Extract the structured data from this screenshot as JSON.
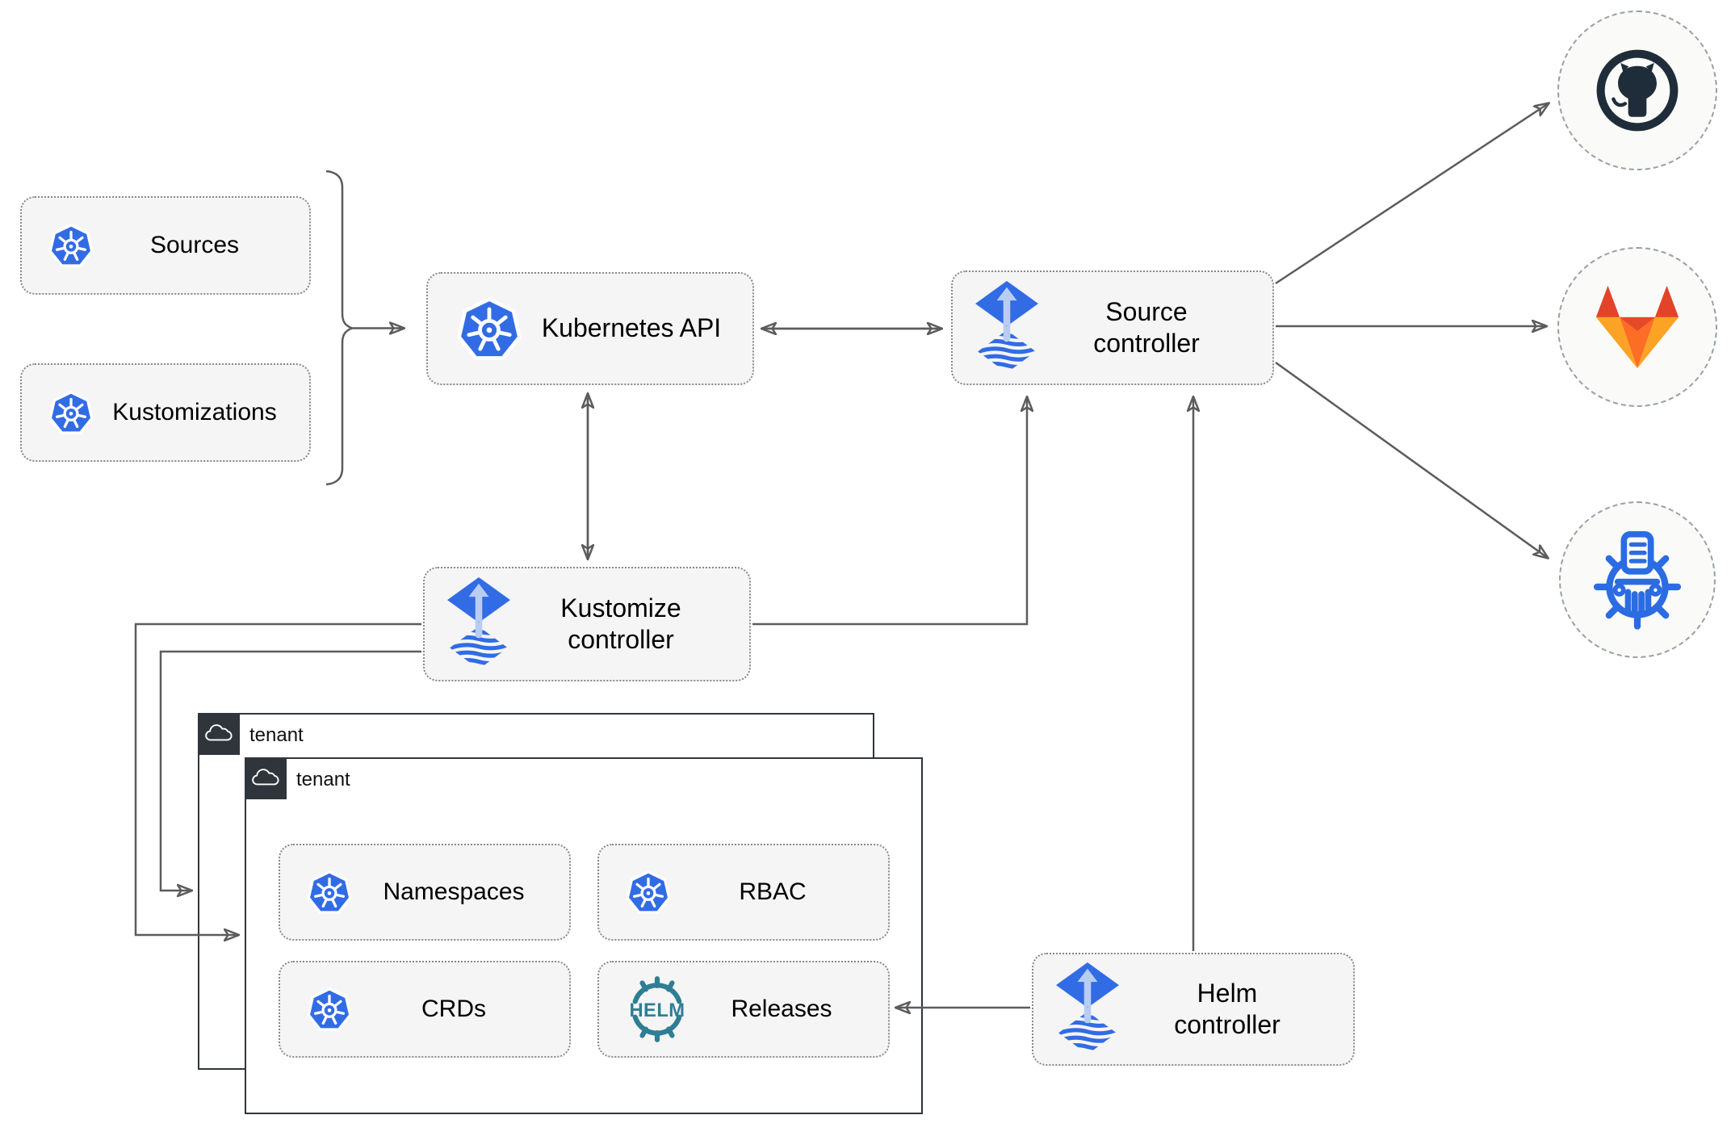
{
  "nodes": {
    "sources": {
      "label": "Sources"
    },
    "kustomizations": {
      "label": "Kustomizations"
    },
    "kubernetes_api": {
      "label": "Kubernetes API"
    },
    "source_controller": {
      "label": "Source controller"
    },
    "kustomize_controller": {
      "label": "Kustomize controller"
    },
    "helm_controller": {
      "label": "Helm controller"
    },
    "namespaces": {
      "label": "Namespaces"
    },
    "rbac": {
      "label": "RBAC"
    },
    "crds": {
      "label": "CRDs"
    },
    "releases": {
      "label": "Releases"
    }
  },
  "groups": {
    "outer_tenant": {
      "label": "tenant"
    },
    "inner_tenant": {
      "label": "tenant"
    }
  },
  "remotes": {
    "github": {
      "icon": "github-icon"
    },
    "gitlab": {
      "icon": "gitlab-icon"
    },
    "registry": {
      "icon": "museum-registry-icon"
    }
  },
  "logos": {
    "helm_text": "HELM"
  },
  "colors": {
    "kubernetes_blue": "#326ce5",
    "flux_blue": "#316ce4",
    "flux_arrow": "#b9cdf3",
    "helm_teal": "#2e7e95",
    "github_ink": "#1f2d3b",
    "gitlab_red": "#e24329",
    "gitlab_orange": "#fc6d26",
    "gitlab_yellow": "#fca326",
    "wire_gray": "#5c5c5c",
    "node_fill": "#f5f5f5",
    "node_border": "#8a8a8a",
    "tenant_ink": "#2f353b",
    "remote_fill": "#fafbf8",
    "remote_border": "#9aa0a6",
    "registry_blue": "#2b6ce2"
  }
}
